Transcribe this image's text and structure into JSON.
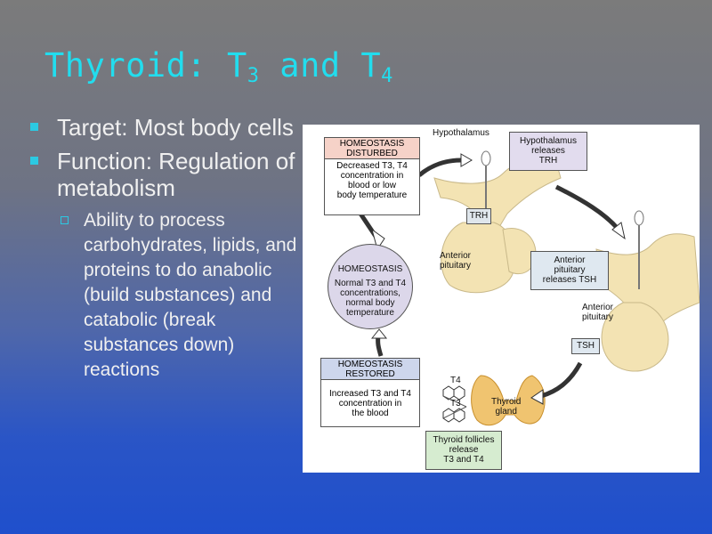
{
  "title": {
    "text": "Thyroid: T",
    "sub1": "3",
    "mid": " and T",
    "sub2": "4"
  },
  "bullets": [
    {
      "text": "Target: Most body cells"
    },
    {
      "text": "Function: Regulation of metabolism",
      "sub": [
        {
          "text": "Ability to process carbohydrates, lipids, and proteins to do anabolic (build substances) and catabolic (break substances down) reactions"
        }
      ]
    }
  ],
  "diagram": {
    "disturbed": {
      "header": [
        "HOMEOSTASIS",
        "DISTURBED"
      ],
      "body": [
        "Decreased T3, T4",
        "concentration in",
        "blood or low",
        "body temperature"
      ]
    },
    "hypothalamus_label": "Hypothalamus",
    "hyp_releases": [
      "Hypothalamus",
      "releases",
      "TRH"
    ],
    "trh": "TRH",
    "anterior_pituitary_1": [
      "Anterior",
      "pituitary"
    ],
    "homeostasis": [
      "HOMEOSTASIS",
      "Normal T3 and T4",
      "concentrations,",
      "normal body",
      "temperature"
    ],
    "ant_releases": [
      "Anterior",
      "pituitary",
      "releases TSH"
    ],
    "anterior_pituitary_2": [
      "Anterior",
      "pituitary"
    ],
    "tsh": "TSH",
    "restored": {
      "header": [
        "HOMEOSTASIS",
        "RESTORED"
      ],
      "body": [
        "Increased T3 and T4",
        "concentration in",
        "the blood"
      ]
    },
    "t4": "T4",
    "t3": "T3",
    "thyroid_gland": [
      "Thyroid",
      "gland"
    ],
    "follicles": [
      "Thyroid follicles",
      "release",
      "T3 and T4"
    ]
  },
  "colors": {
    "title": "#22ddee",
    "bullet_marker": "#2cc9e2",
    "text": "#f0f0f0",
    "hdr_disturbed": "#f6d2c8",
    "hdr_restored": "#cdd6ec",
    "homeostasis_circle": "#dcd7ea",
    "hyp_box": "#e2dcee",
    "ant_box": "#dfe8f0",
    "tsh_box": "#dfe8f0",
    "trh_box": "#dfe6ec",
    "follicles_box": "#d6ecd0",
    "gland": "#f3e3b3",
    "thyroid": "#f0c470"
  }
}
